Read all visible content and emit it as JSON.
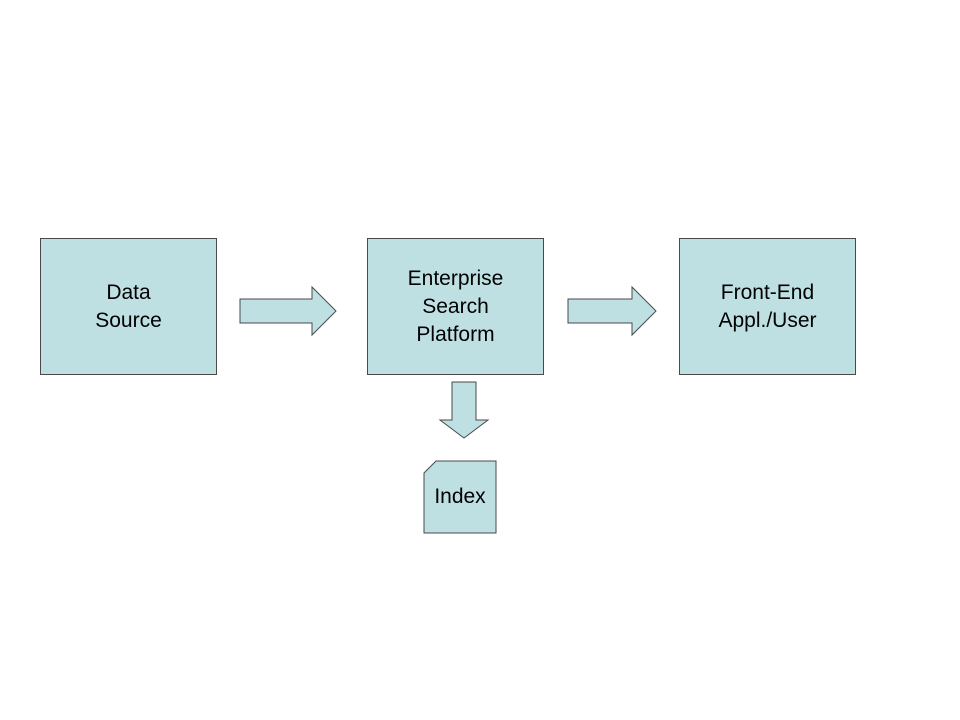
{
  "nodes": {
    "data_source": "Data\nSource",
    "esp": "Enterprise\nSearch\nPlatform",
    "front_end": "Front-End\nAppl./User",
    "index": "Index"
  },
  "colors": {
    "fill": "#bfe0e3",
    "stroke": "#4a4a4a"
  }
}
